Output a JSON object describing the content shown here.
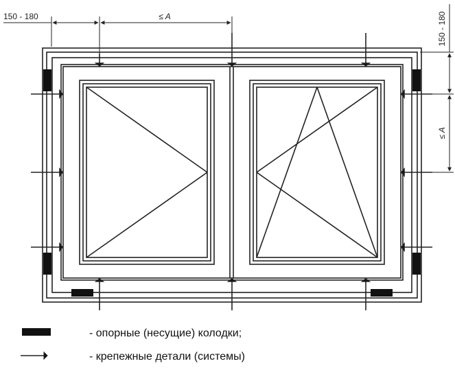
{
  "dimensions": {
    "top_edge_label": "150 - 180",
    "top_spacing_label": "≤ A",
    "right_edge_label": "150 - 180",
    "right_spacing_label": "≤ A"
  },
  "legend": {
    "support_blocks": "- опорные (несущие) колодки;",
    "fasteners": "- крепежные детали (системы)"
  }
}
